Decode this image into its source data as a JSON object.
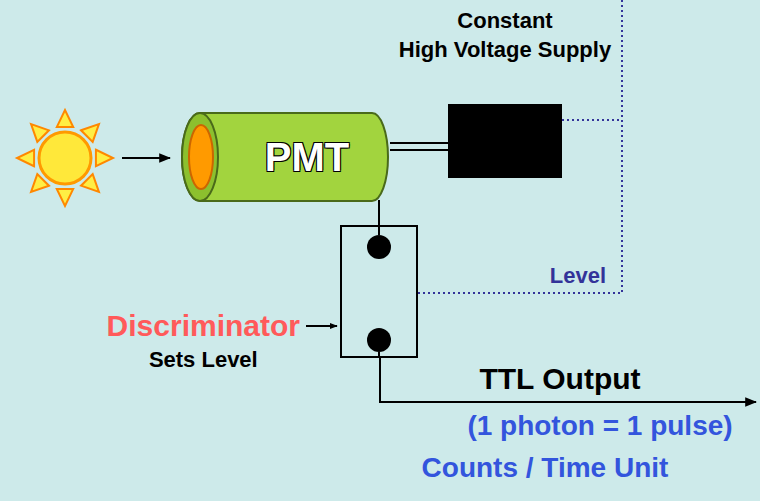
{
  "diagram": {
    "nodes": [
      {
        "text": [
          "PMT"
        ]
      },
      {
        "text": [
          "Constant High Voltage Supply"
        ]
      },
      {
        "text": [
          "Discriminator",
          "Sets Level"
        ]
      }
    ],
    "edges": [
      {
        "from": 0,
        "to": 1,
        "arrow": "none"
      },
      {
        "from": 0,
        "to": 2,
        "arrow": "none"
      },
      {
        "from": 1,
        "to": 2,
        "label": "Level",
        "arrow": "none"
      }
    ],
    "labels": [
      "TTL Output",
      "(1 photon = 1 pulse)",
      "Counts / Time Unit"
    ]
  }
}
